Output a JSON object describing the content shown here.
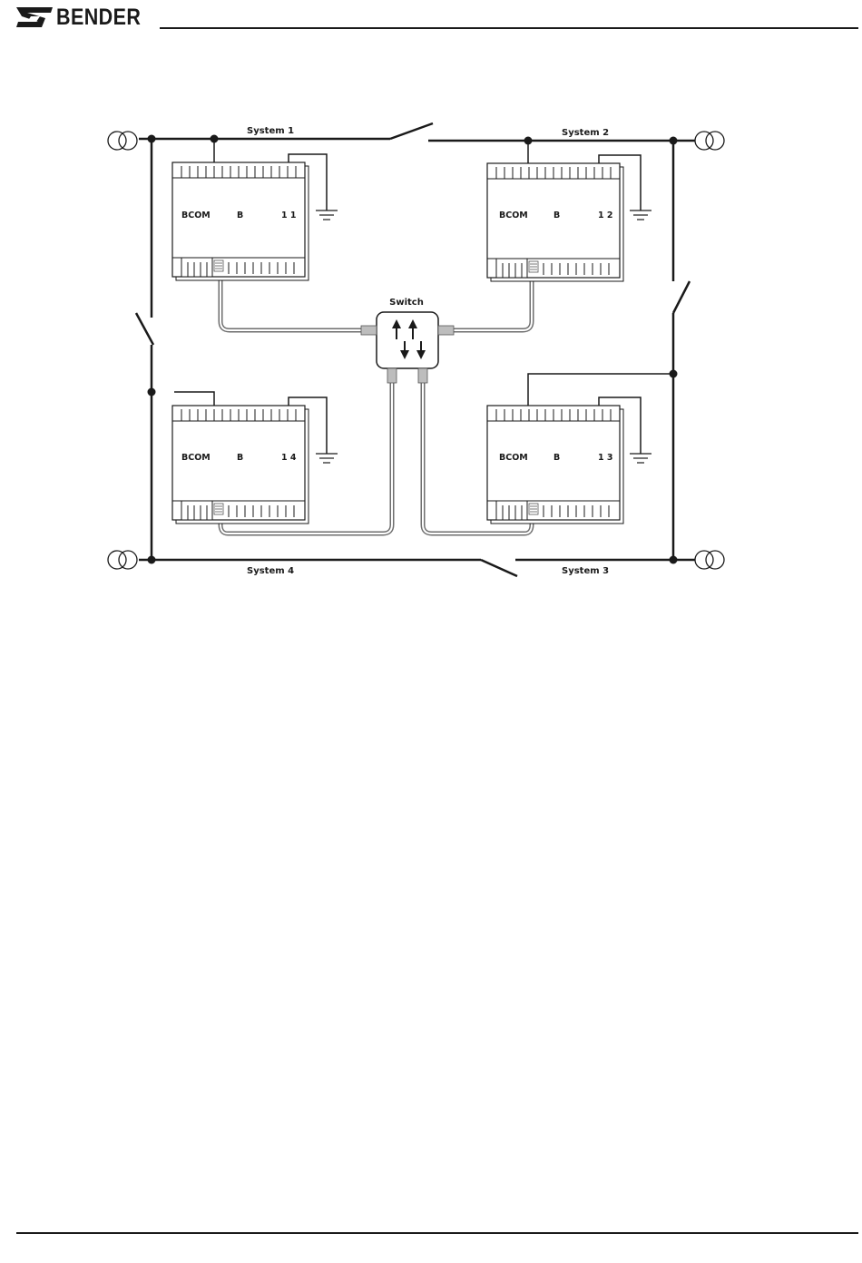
{
  "header": {
    "brand": "BENDER"
  },
  "diagram": {
    "systems": [
      "System 1",
      "System 2",
      "System 3",
      "System 4"
    ],
    "switch_label": "Switch",
    "devices": [
      {
        "name": "BCOM",
        "model": "B",
        "address": "1 1"
      },
      {
        "name": "BCOM",
        "model": "B",
        "address": "1 2"
      },
      {
        "name": "BCOM",
        "model": "B",
        "address": "1 3"
      },
      {
        "name": "BCOM",
        "model": "B",
        "address": "1 4"
      }
    ]
  }
}
